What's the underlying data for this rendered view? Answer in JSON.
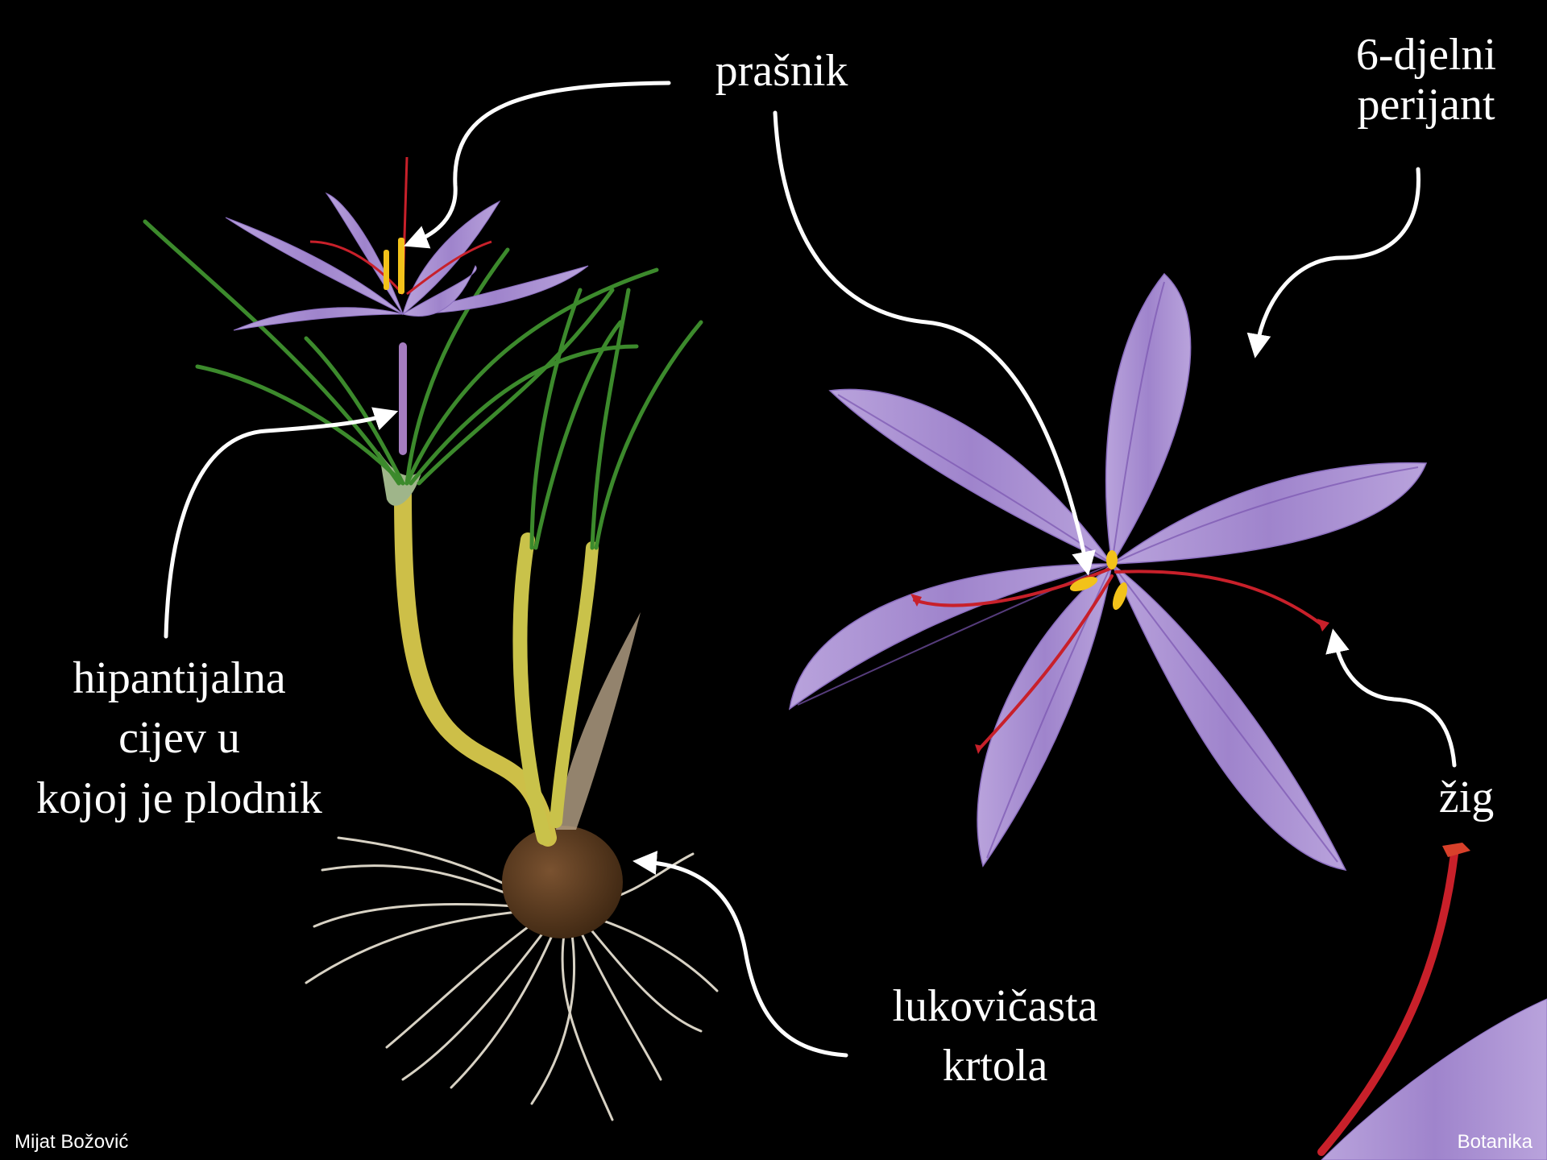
{
  "labels": {
    "prasnik": "prašnik",
    "perijant_line1": "6-djelni",
    "perijant_line2": "perijant",
    "hipantijalna_line1": "hipantijalna",
    "hipantijalna_line2": "cijev u",
    "hipantijalna_line3": "kojoj je plodnik",
    "zig": "žig",
    "krtola_line1": "lukovičasta",
    "krtola_line2": "krtola"
  },
  "footer": {
    "author": "Mijat Božović",
    "subject": "Botanika"
  },
  "colors": {
    "background": "#000000",
    "petal": "#a78fd0",
    "petal_vein": "#7a55b0",
    "stigma": "#c8202a",
    "anther": "#f2c21a",
    "leaf": "#3c8a2c",
    "stem": "#c9c24a",
    "corm": "#5a3a1e",
    "roots": "#d8d2c4",
    "text": "#ffffff"
  }
}
